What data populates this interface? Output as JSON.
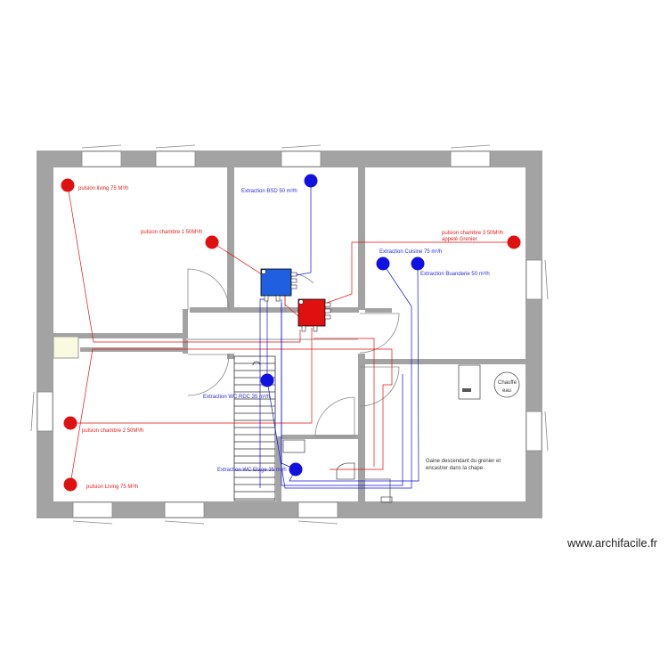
{
  "colors": {
    "supply": "#e01010",
    "extract": "#1010e0",
    "wall": "#a0a0a0"
  },
  "labels": {
    "pulsion_living_top": "pulsion living 75 M³/h",
    "pulsion_chambre1": "pulsion chambre 1  50M³/h",
    "extraction_bsd": "Extraction BSD 50 m³/h",
    "pulsion_chambre3_l1": "pulsion chambre 3  50M³/h",
    "pulsion_chambre3_l2": "appelé Grenier",
    "extraction_cuisine": "Extraction Cuisine 75 m³/h",
    "extraction_buanderie": "Extraction Buanderie 50 m³/h",
    "extraction_wc_rdc": "Extraction WC RDC  35 m³/h",
    "pulsion_chambre2": "pulsion chambre 2  50M³/h",
    "extraction_wc_etage": "Extraction WC Etage 35 m³/h",
    "pulsion_living_bottom": "pulsion Living 75 M³/h",
    "gaine_l1": "Gaine descendant du grenier et",
    "gaine_l2": "encastrer dans la chape .",
    "chauffe_l1": "Chauffe",
    "chauffe_l2": "eau",
    "watermark": "www.archifacile.fr"
  }
}
